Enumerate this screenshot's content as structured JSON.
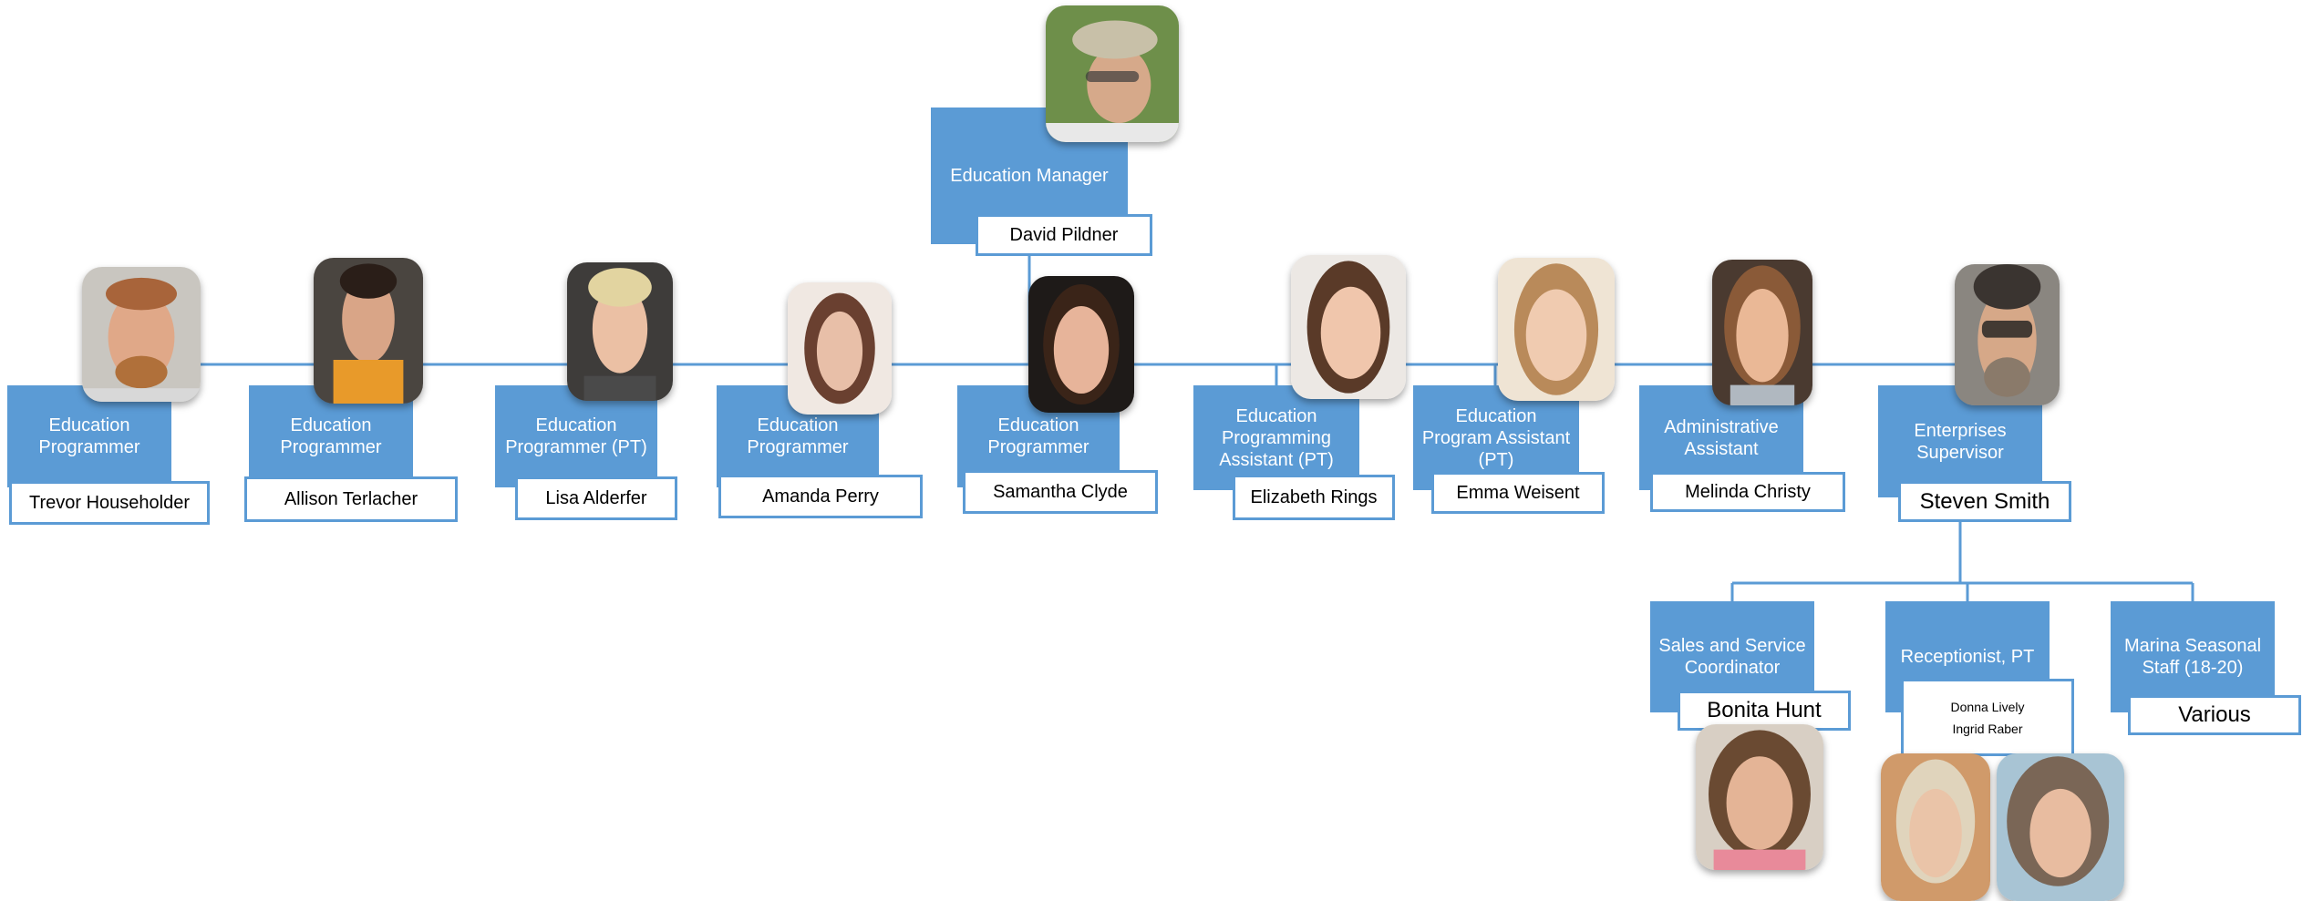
{
  "colors": {
    "box": "#5b9bd5",
    "line": "#5b9bd5",
    "text_on_box": "#ffffff"
  },
  "manager": {
    "title": "Education Manager",
    "name": "David Pildner",
    "photo": "person-photo-icon"
  },
  "staff": [
    {
      "title": "Education Programmer",
      "name": "Trevor Householder",
      "photo": "person-photo-icon"
    },
    {
      "title": "Education Programmer",
      "name": "Allison Terlacher",
      "photo": "person-photo-icon"
    },
    {
      "title": "Education Programmer (PT)",
      "name": "Lisa Alderfer",
      "photo": "person-photo-icon"
    },
    {
      "title": "Education Programmer",
      "name": "Amanda Perry",
      "photo": "person-photo-icon"
    },
    {
      "title": "Education Programmer",
      "name": "Samantha Clyde",
      "photo": "person-photo-icon"
    },
    {
      "title": "Education Programming Assistant (PT)",
      "name": "Elizabeth Rings",
      "photo": "person-photo-icon"
    },
    {
      "title": "Education Program Assistant (PT)",
      "name": "Emma Weisent",
      "photo": "person-photo-icon"
    },
    {
      "title": "Administrative Assistant",
      "name": "Melinda Christy",
      "photo": "person-photo-icon"
    },
    {
      "title": "Enterprises Supervisor",
      "name": "Steven Smith",
      "photo": "person-photo-icon"
    }
  ],
  "enterprise_staff": [
    {
      "title": "Sales and Service Coordinator",
      "names": [
        "Bonita Hunt"
      ],
      "photo": "person-photo-icon"
    },
    {
      "title": "Receptionist, PT",
      "names": [
        "Donna Lively",
        "Ingrid Raber"
      ],
      "photo": "person-photo-icon"
    },
    {
      "title": "Marina Seasonal Staff (18-20)",
      "names": [
        "Various"
      ]
    }
  ]
}
